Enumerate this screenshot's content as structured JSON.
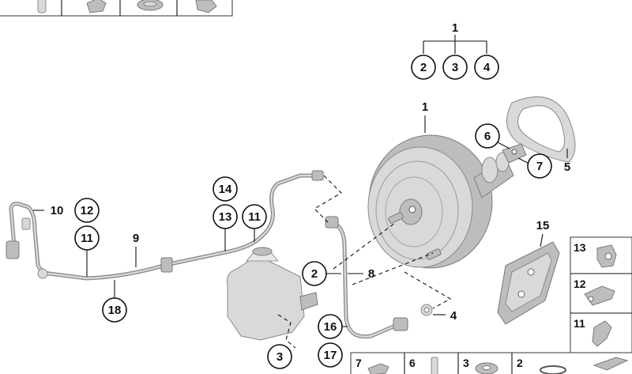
{
  "callouts": {
    "c1_top": "1",
    "c2_top": "2",
    "c3_top": "3",
    "c4_top": "4",
    "c1_booster": "1",
    "c5": "5",
    "c6": "6",
    "c7": "7",
    "c10": "10",
    "c12": "12",
    "c11_left": "11",
    "c9": "9",
    "c14": "14",
    "c13": "13",
    "c11_mid": "11",
    "c18": "18",
    "c15": "15",
    "c2_mid": "2",
    "c8": "8",
    "c16": "16",
    "c4_mid": "4",
    "c3_bottom": "3",
    "c17": "17"
  },
  "side_table": {
    "items": [
      "13",
      "12",
      "11"
    ]
  },
  "bottom_table": {
    "items": [
      "7",
      "6",
      "3",
      "2"
    ]
  }
}
